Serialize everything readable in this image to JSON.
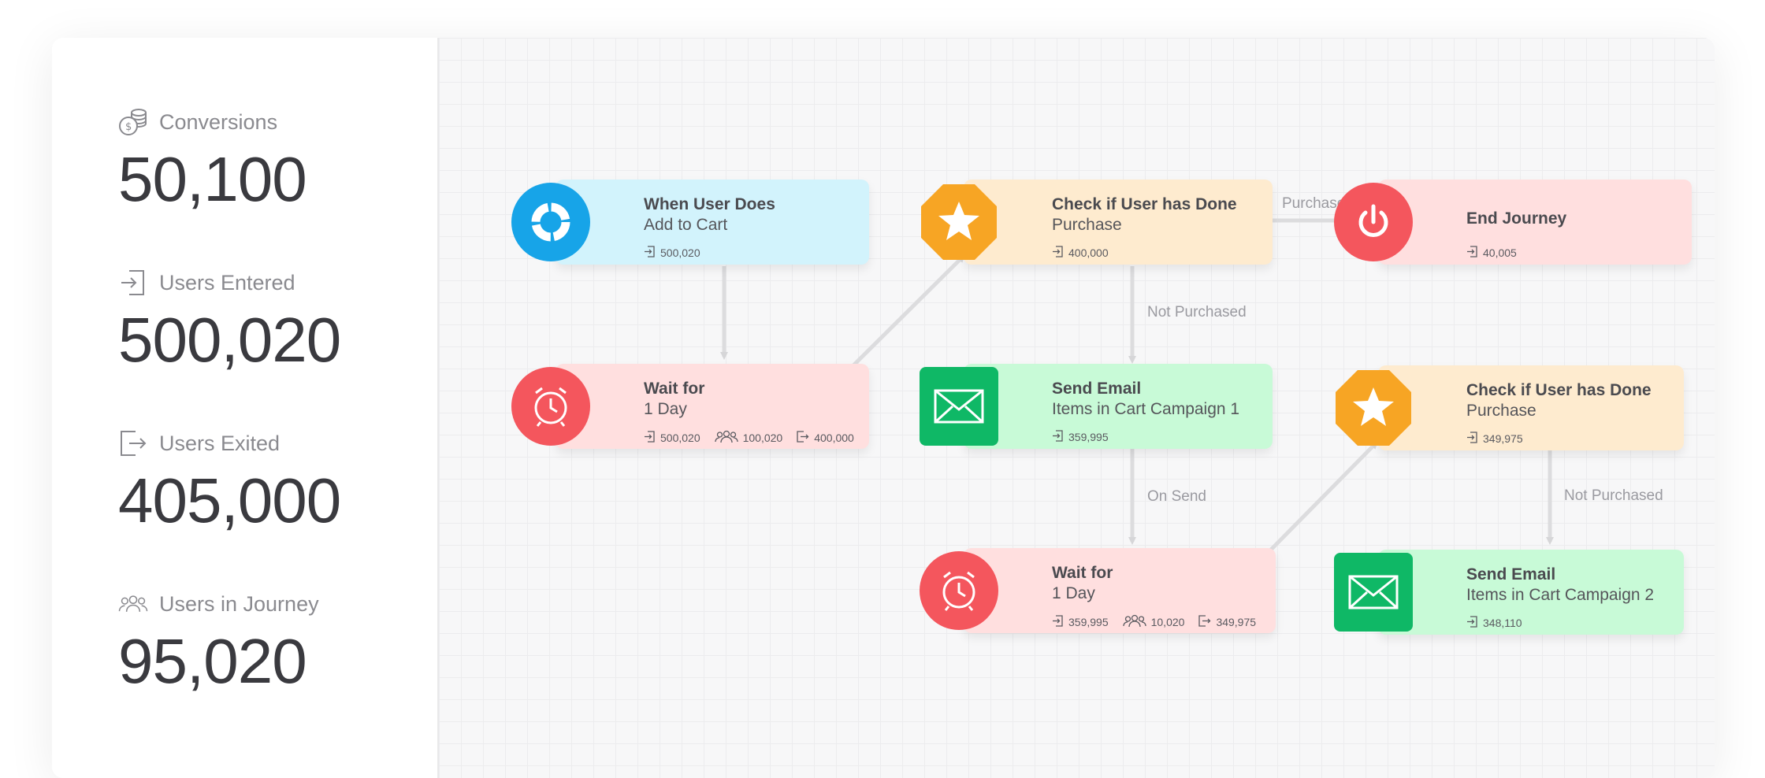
{
  "stats": [
    {
      "label": "Conversions",
      "value": "50,100",
      "icon": "coins-icon"
    },
    {
      "label": "Users Entered",
      "value": "500,020",
      "icon": "enter-icon"
    },
    {
      "label": "Users Exited",
      "value": "405,000",
      "icon": "exit-icon"
    },
    {
      "label": "Users in Journey",
      "value": "95,020",
      "icon": "users-icon"
    }
  ],
  "nodes": {
    "trigger": {
      "title": "When User Does",
      "sub": "Add to Cart",
      "entered": "500,020"
    },
    "wait1": {
      "title": "Wait for",
      "sub": "1 Day",
      "entered": "500,020",
      "in_journey": "100,020",
      "exited": "400,000"
    },
    "check1": {
      "title": "Check if User has Done",
      "sub": "Purchase",
      "entered": "400,000"
    },
    "end": {
      "title": "End Journey",
      "entered": "40,005"
    },
    "email1": {
      "title": "Send Email",
      "sub": "Items in Cart Campaign 1",
      "entered": "359,995"
    },
    "wait2": {
      "title": "Wait for",
      "sub": "1 Day",
      "entered": "359,995",
      "in_journey": "10,020",
      "exited": "349,975"
    },
    "check2": {
      "title": "Check if User has Done",
      "sub": "Purchase",
      "entered": "349,975"
    },
    "email2": {
      "title": "Send Email",
      "sub": "Items in Cart Campaign 2",
      "entered": "348,110"
    }
  },
  "edge_labels": {
    "purchased": "Purchased",
    "not_purchased_1": "Not Purchased",
    "on_send": "On Send",
    "not_purchased_2": "Not Purchased"
  },
  "colors": {
    "blue": "#17a4e8",
    "orange": "#f7a524",
    "red": "#f4565d",
    "green": "#0fb866"
  }
}
